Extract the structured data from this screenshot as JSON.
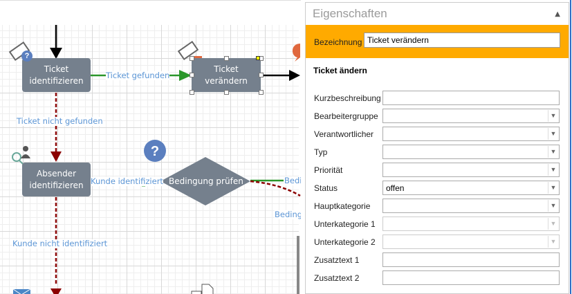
{
  "diagram": {
    "nodes": {
      "ticket_identify": "Ticket identifizieren",
      "ticket_change": "Ticket verändern",
      "sender_identify": "Absender identifizieren",
      "condition": "Bedingung prüfen"
    },
    "edges": {
      "ticket_found": "Ticket gefunden",
      "ticket_not_found": "Ticket nicht gefunden",
      "customer_identified": "Kunde identifiziert",
      "customer_not_identified": "Kunde nicht identifiziert",
      "cond_right": "Bedi",
      "cond_lower": "Beding"
    },
    "colors": {
      "node": "#75808d",
      "success": "#2a962a",
      "failure": "#8b0000",
      "label": "#5b95d5"
    }
  },
  "panel": {
    "title": "Eigenschaften",
    "name_label": "Bezeichnung",
    "name_value": "Ticket verändern",
    "subtitle": "Ticket ändern",
    "accent": "#ffaa00",
    "fields": [
      {
        "label": "Kurzbeschreibung",
        "type": "text",
        "value": ""
      },
      {
        "label": "Bearbeitergruppe",
        "type": "select",
        "value": ""
      },
      {
        "label": "Verantwortlicher",
        "type": "select",
        "value": ""
      },
      {
        "label": "Typ",
        "type": "select",
        "value": ""
      },
      {
        "label": "Priorität",
        "type": "select",
        "value": ""
      },
      {
        "label": "Status",
        "type": "select",
        "value": "offen"
      },
      {
        "label": "Hauptkategorie",
        "type": "select",
        "value": ""
      },
      {
        "label": "Unterkategorie 1",
        "type": "select",
        "value": "",
        "disabled": true
      },
      {
        "label": "Unterkategorie 2",
        "type": "select",
        "value": "",
        "disabled": true
      },
      {
        "label": "Zusatztext 1",
        "type": "text",
        "value": ""
      },
      {
        "label": "Zusatztext 2",
        "type": "text",
        "value": ""
      }
    ]
  }
}
